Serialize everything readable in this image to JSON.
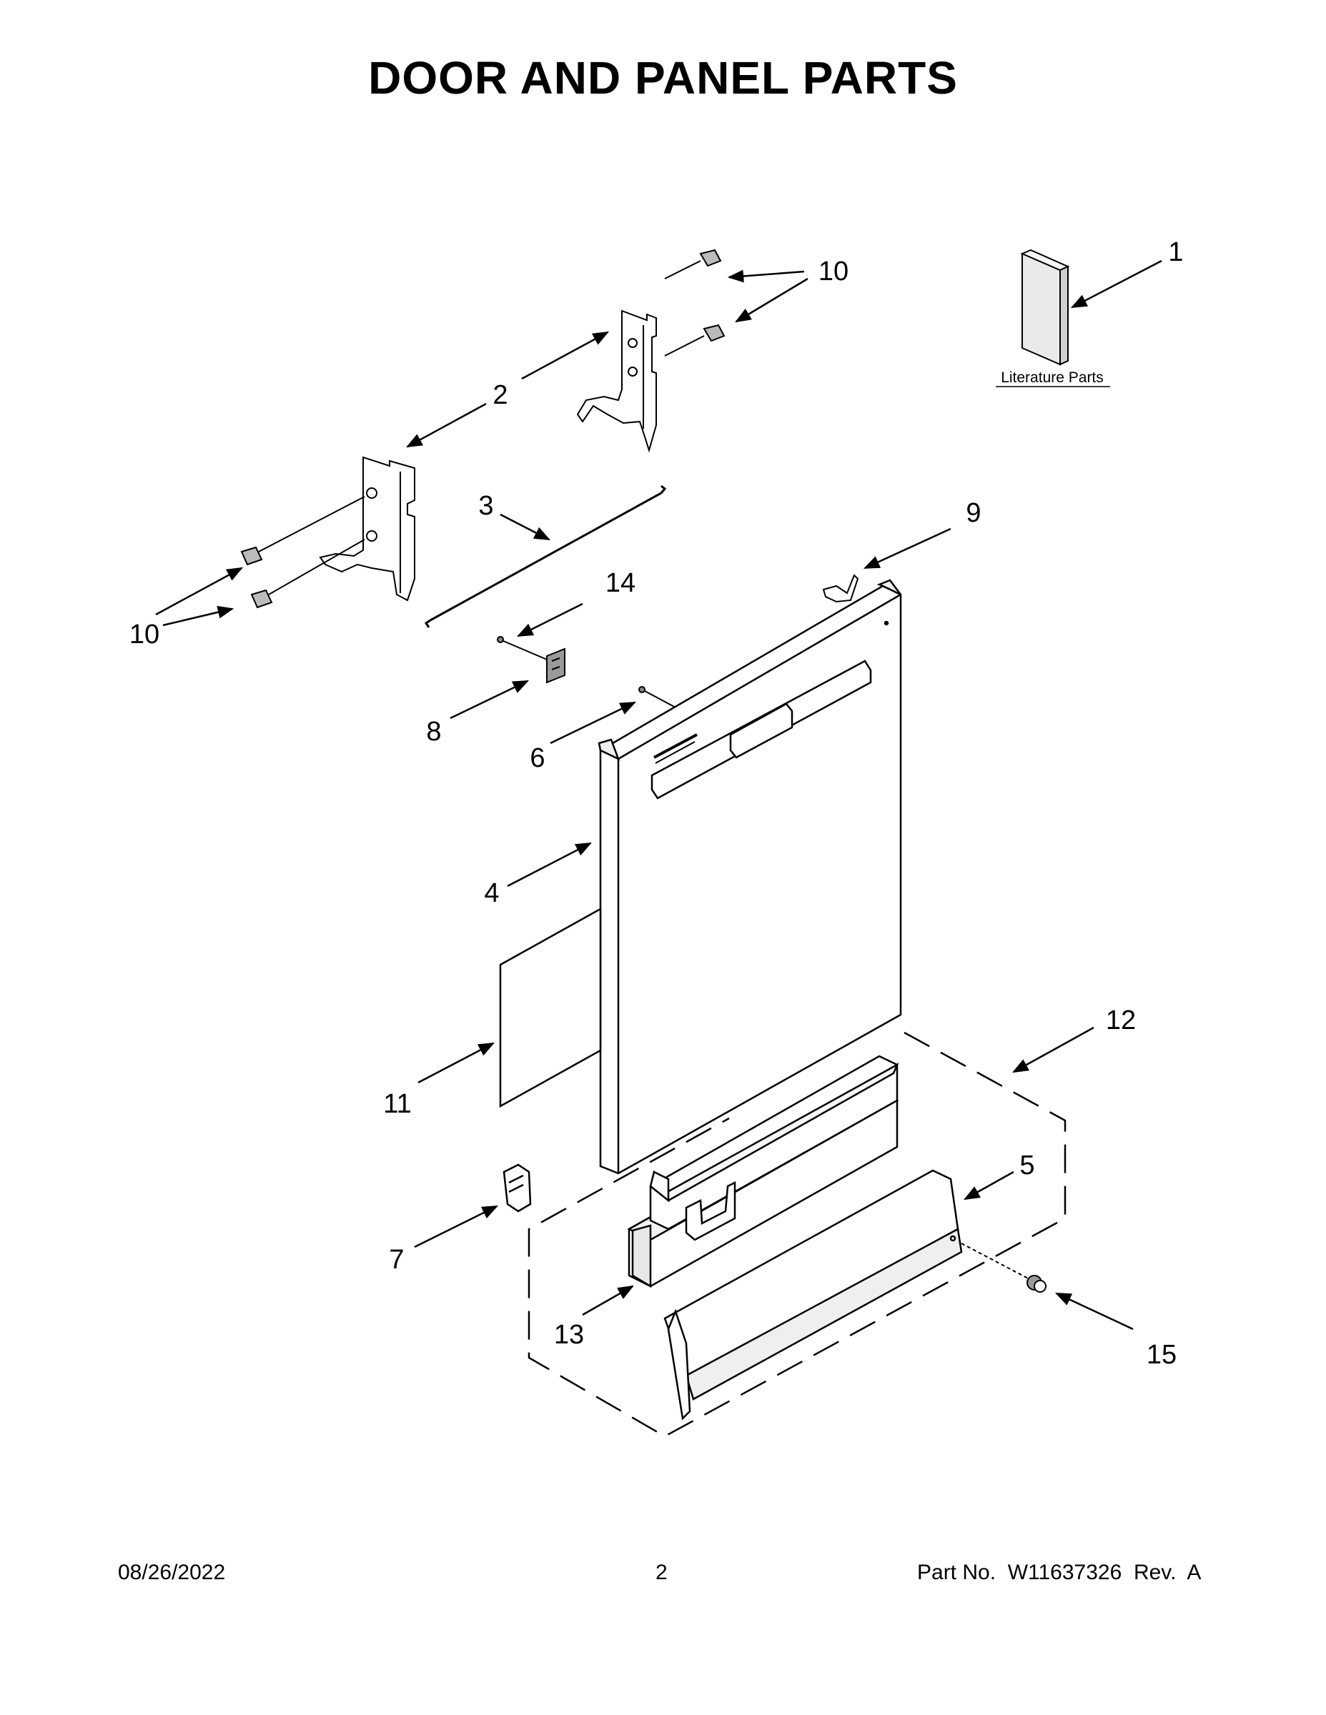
{
  "title": "DOOR AND PANEL PARTS",
  "literature_label": "Literature Parts",
  "callouts": {
    "c1": "1",
    "c2": "2",
    "c3": "3",
    "c4": "4",
    "c5": "5",
    "c6": "6",
    "c7": "7",
    "c8": "8",
    "c9": "9",
    "c10a": "10",
    "c10b": "10",
    "c11": "11",
    "c12": "12",
    "c13": "13",
    "c14": "14",
    "c15": "15"
  },
  "footer": {
    "date": "08/26/2022",
    "page": "2",
    "part_no": "Part No.  W11637326  Rev.  A"
  }
}
